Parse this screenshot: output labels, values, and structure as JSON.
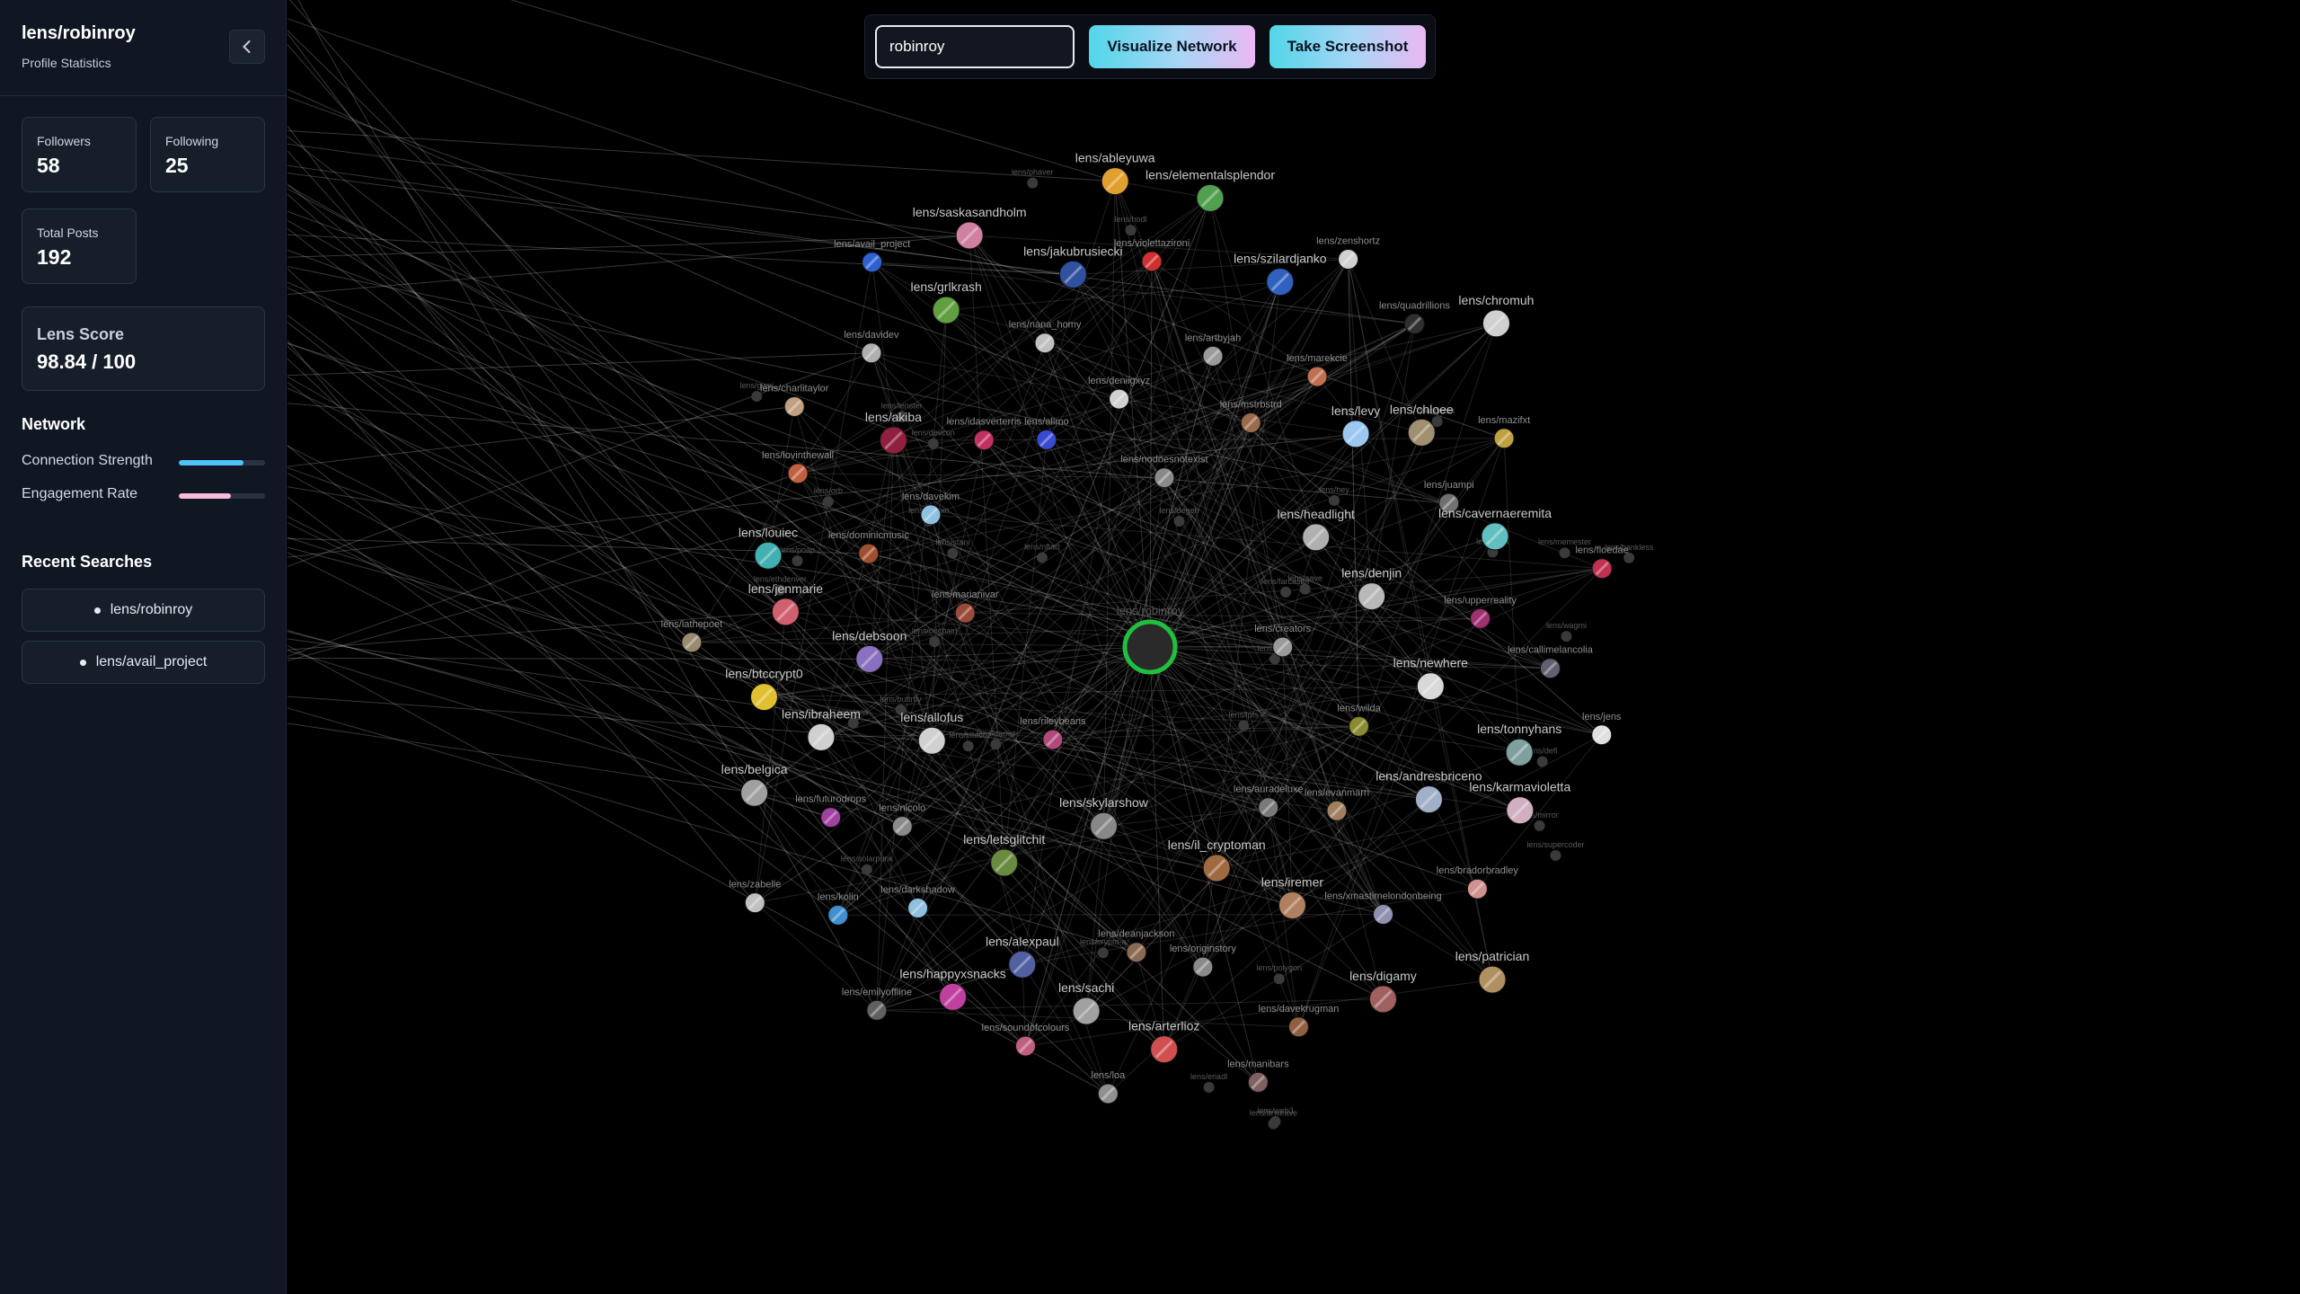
{
  "sidebar": {
    "title": "lens/robinroy",
    "subtitle": "Profile Statistics",
    "collapse_icon": "chevron-left-icon",
    "stats": [
      {
        "label": "Followers",
        "value": "58"
      },
      {
        "label": "Following",
        "value": "25"
      },
      {
        "label": "Total Posts",
        "value": "192"
      }
    ],
    "score": {
      "label": "Lens Score",
      "value": "98.84 / 100"
    },
    "network": {
      "title": "Network",
      "metrics": [
        {
          "label": "Connection Strength",
          "fraction": 0.75,
          "color": "#4fc3f7"
        },
        {
          "label": "Engagement Rate",
          "fraction": 0.6,
          "color": "#f8bbd9"
        }
      ]
    },
    "recent": {
      "title": "Recent Searches",
      "items": [
        "lens/robinroy",
        "lens/avail_project"
      ]
    }
  },
  "topbar": {
    "search_value": "robinroy",
    "visualize_label": "Visualize Network",
    "screenshot_label": "Take Screenshot"
  },
  "graph": {
    "center": {
      "label": "lens/robinroy"
    },
    "nodes": [
      {
        "label": "lens/creators",
        "color": "#9a9a9a",
        "lg": false
      },
      {
        "label": "lens/rileybeans",
        "color": "#b04a7a",
        "lg": false
      },
      {
        "label": "lens/nodoesnotexist",
        "color": "#8a8a8a",
        "lg": false
      },
      {
        "label": "lens/auradeluxe",
        "color": "#7a7a7a",
        "lg": false
      },
      {
        "label": "lens/marianivar",
        "color": "#9a4a3a",
        "lg": false
      },
      {
        "label": "lens/headlight",
        "color": "#b0b0b0",
        "lg": true
      },
      {
        "label": "lens/skylarshow",
        "color": "#888888",
        "lg": true
      },
      {
        "label": "lens/alimo",
        "color": "#3a4ad0",
        "lg": false
      },
      {
        "label": "lens/wilda",
        "color": "#8a8a30",
        "lg": false
      },
      {
        "label": "lens/allofus",
        "color": "#d0d0d0",
        "lg": true
      },
      {
        "label": "lens/mstrbstrd",
        "color": "#9a6a4a",
        "lg": false
      },
      {
        "label": "lens/il_cryptoman",
        "color": "#a06a40",
        "lg": true
      },
      {
        "label": "lens/davekim",
        "color": "#8ec0e0",
        "lg": false
      },
      {
        "label": "lens/denjin",
        "color": "#b8b8b8",
        "lg": true
      },
      {
        "label": "lens/letsglitchit",
        "color": "#6a8a40",
        "lg": true
      },
      {
        "label": "lens/deniigxyz",
        "color": "#d0d0d0",
        "lg": false
      },
      {
        "label": "lens/evanmarri",
        "color": "#a08060",
        "lg": false
      },
      {
        "label": "lens/debsoon",
        "color": "#8a70c0",
        "lg": true
      },
      {
        "label": "lens/levy",
        "color": "#9ac8f0",
        "lg": true
      },
      {
        "label": "lens/deanjackson",
        "color": "#8a6a50",
        "lg": false
      },
      {
        "label": "lens/idasverterris",
        "color": "#c03060",
        "lg": false
      },
      {
        "label": "lens/newhere",
        "color": "#d8d8d8",
        "lg": true
      },
      {
        "label": "lens/nicolo",
        "color": "#8a8a8a",
        "lg": false
      },
      {
        "label": "lens/artbyjah",
        "color": "#9a9a9a",
        "lg": false
      },
      {
        "label": "lens/iremer",
        "color": "#b08060",
        "lg": true
      },
      {
        "label": "lens/dominicmusic",
        "color": "#a05030",
        "lg": false
      },
      {
        "label": "lens/juampi",
        "color": "#707070",
        "lg": false
      },
      {
        "label": "lens/alexpaul",
        "color": "#5060a0",
        "lg": true
      },
      {
        "label": "lens/nana_homy",
        "color": "#c0c0c0",
        "lg": false
      },
      {
        "label": "lens/andresbriceno",
        "color": "#a0b0c8",
        "lg": true
      },
      {
        "label": "lens/ibraheem",
        "color": "#d0d0d0",
        "lg": true
      },
      {
        "label": "lens/marekcie",
        "color": "#c07050",
        "lg": false
      },
      {
        "label": "lens/originstory",
        "color": "#8a8a8a",
        "lg": false
      },
      {
        "label": "lens/akiba",
        "color": "#902040",
        "lg": true
      },
      {
        "label": "lens/upperreality",
        "color": "#a03070",
        "lg": false
      },
      {
        "label": "lens/darkshadow",
        "color": "#8ec0e0",
        "lg": false
      },
      {
        "label": "lens/violettazironi",
        "color": "#d03030",
        "lg": false
      },
      {
        "label": "lens/xmastimelondonbeing",
        "color": "#9090b0",
        "lg": false
      },
      {
        "label": "lens/jenmarie",
        "color": "#d06070",
        "lg": true
      },
      {
        "label": "lens/chloee",
        "color": "#a09070",
        "lg": true
      },
      {
        "label": "lens/sachi",
        "color": "#a0a0a0",
        "lg": true
      },
      {
        "label": "lens/grlkrash",
        "color": "#60a040",
        "lg": true
      },
      {
        "label": "lens/tonnyhans",
        "color": "#80a0a0",
        "lg": true
      },
      {
        "label": "lens/futurodrops",
        "color": "#a040a0",
        "lg": false
      },
      {
        "label": "lens/szilardjanko",
        "color": "#3060c0",
        "lg": true
      },
      {
        "label": "lens/davekrugman",
        "color": "#906040",
        "lg": false
      },
      {
        "label": "lens/lovinthewall",
        "color": "#c06040",
        "lg": false
      },
      {
        "label": "lens/cavernaeremita",
        "color": "#60c0c0",
        "lg": true
      },
      {
        "label": "lens/happyxsnacks",
        "color": "#c040a0",
        "lg": true
      },
      {
        "label": "lens/jakubrusiecki",
        "color": "#3050a0",
        "lg": true
      },
      {
        "label": "lens/bradorbradley",
        "color": "#d09090",
        "lg": false
      },
      {
        "label": "lens/btccrypt0",
        "color": "#e0c030",
        "lg": true
      },
      {
        "label": "lens/quadrillions",
        "color": "#303030",
        "lg": false
      },
      {
        "label": "lens/arterlioz",
        "color": "#d05050",
        "lg": true
      },
      {
        "label": "lens/davidev",
        "color": "#b0b0b0",
        "lg": false
      },
      {
        "label": "lens/callimelancolia",
        "color": "#606070",
        "lg": false
      },
      {
        "label": "lens/kolin",
        "color": "#4090d0",
        "lg": false
      },
      {
        "label": "lens/elementalsplendor",
        "color": "#50a050",
        "lg": true
      },
      {
        "label": "lens/digamy",
        "color": "#a06060",
        "lg": true
      },
      {
        "label": "lens/louiec",
        "color": "#40b0b0",
        "lg": true
      },
      {
        "label": "lens/mazifxt",
        "color": "#c0a040",
        "lg": false
      },
      {
        "label": "lens/soundofcolours",
        "color": "#c06080",
        "lg": false
      },
      {
        "label": "lens/saskasandholm",
        "color": "#d080a0",
        "lg": true
      },
      {
        "label": "lens/karmavioletta",
        "color": "#d0b0c0",
        "lg": true
      },
      {
        "label": "lens/belgica",
        "color": "#a0a0a0",
        "lg": true
      },
      {
        "label": "lens/zenshortz",
        "color": "#d0d0d0",
        "lg": false
      },
      {
        "label": "lens/manibars",
        "color": "#806060",
        "lg": false
      },
      {
        "label": "lens/charlitaylor",
        "color": "#c0a080",
        "lg": false
      },
      {
        "label": "lens/floedae",
        "color": "#c03050",
        "lg": false
      },
      {
        "label": "lens/emilyoffline",
        "color": "#606060",
        "lg": false
      },
      {
        "label": "lens/ableyuwa",
        "color": "#e0a030",
        "lg": true
      },
      {
        "label": "lens/patrician",
        "color": "#b09060",
        "lg": true
      },
      {
        "label": "lens/lathepoet",
        "color": "#9a8a70",
        "lg": false
      },
      {
        "label": "lens/chromuh",
        "color": "#d0d0d0",
        "lg": true
      },
      {
        "label": "lens/loa",
        "color": "#909090",
        "lg": false
      },
      {
        "label": "lens/avail_project",
        "color": "#3060d0",
        "lg": false
      },
      {
        "label": "lens/jens",
        "color": "#e0e0e0",
        "lg": false
      },
      {
        "label": "lens/zabelle",
        "color": "#c0c0c0",
        "lg": false
      }
    ],
    "minor_labels": [
      "lens/crypto-a",
      "lens/supercoder",
      "lens/eriadl",
      "lens/punk",
      "lens/yosik",
      "lens/tiltech",
      "lens/wagmi",
      "lens/bankless",
      "lens/gwei",
      "lens/hodl",
      "lens/degen",
      "lens/onchain",
      "lens/nftart",
      "lens/stani",
      "lens/aave",
      "lens/orb",
      "lens/phaver",
      "lens/hey",
      "lens/buttrfly",
      "lens/lenster",
      "lens/memester",
      "lens/daoist",
      "lens/solarpunk",
      "lens/defi",
      "lens/web3",
      "lens/zora",
      "lens/mirror",
      "lens/farcaster",
      "lens/poap",
      "lens/gitcoin",
      "lens/ens",
      "lens/ipfs",
      "lens/arweave",
      "lens/polygon",
      "lens/ethdenver",
      "lens/devcon"
    ]
  }
}
